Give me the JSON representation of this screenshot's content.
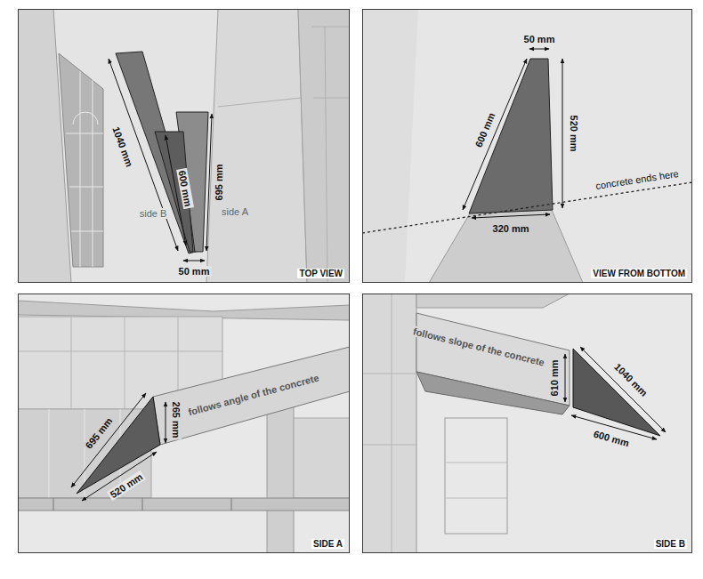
{
  "diagram": {
    "nodes": [
      {
        "text": [
          "TOP VIEW"
        ]
      },
      {
        "text": [
          "VIEW FROM BOTTOM"
        ]
      },
      {
        "text": [
          "SIDE A"
        ]
      },
      {
        "text": [
          "SIDE B"
        ]
      }
    ],
    "labels": [
      "1040 mm",
      "600 mm",
      "695 mm",
      "side B",
      "side A",
      "50 mm",
      "50 mm",
      "600 mm",
      "520 mm",
      "concrete ends here",
      "320 mm",
      "follows angle of the concrete",
      "265 mm",
      "695 mm",
      "520 mm",
      "follows slope of the concrete",
      "610 mm",
      "1040 mm",
      "600 mm"
    ]
  }
}
